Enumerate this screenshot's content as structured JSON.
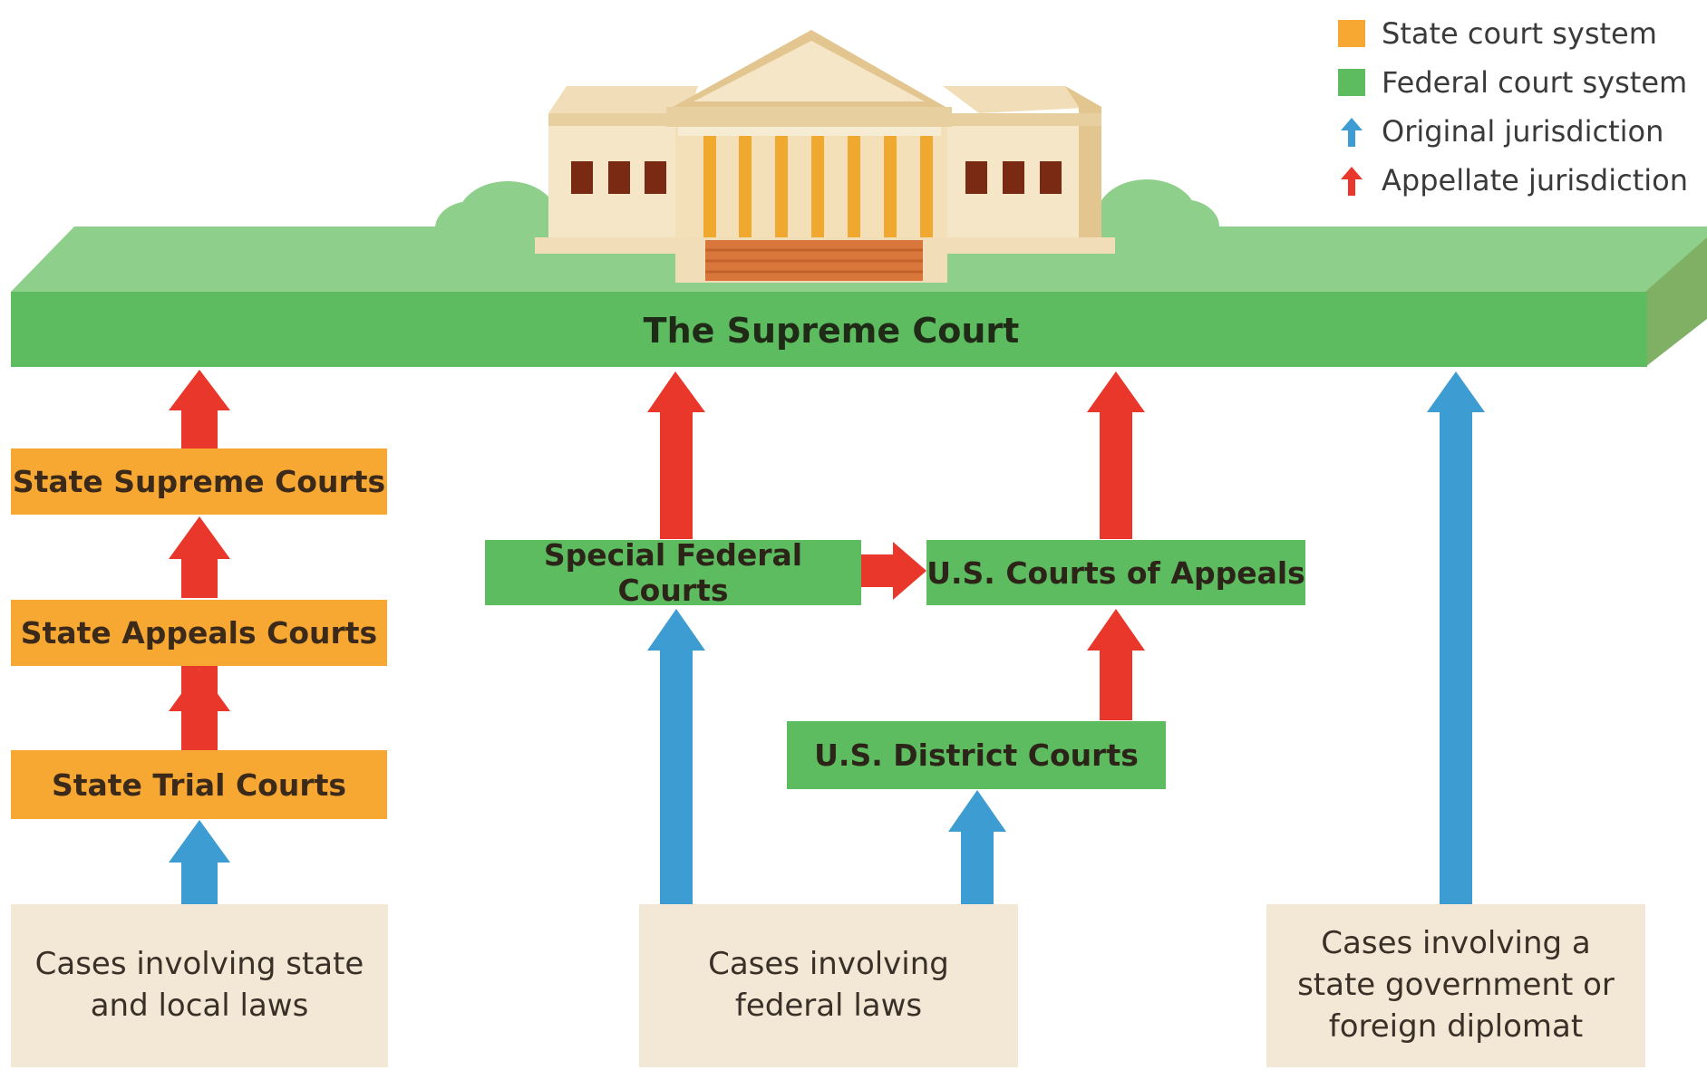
{
  "legend": {
    "state": {
      "label": "State court system",
      "color": "#f7a833"
    },
    "federal": {
      "label": "Federal court system",
      "color": "#5dbb60"
    },
    "original": {
      "label": "Original jurisdiction",
      "color": "#3d9cd2",
      "icon": "blue-up-arrow-icon"
    },
    "appellate": {
      "label": "Appellate jurisdiction",
      "color": "#e9372b",
      "icon": "red-up-arrow-icon"
    }
  },
  "supreme_court": {
    "label": "The Supreme Court",
    "icon": "courthouse-building-icon"
  },
  "state_courts": {
    "supreme": "State Supreme Courts",
    "appeals": "State Appeals Courts",
    "trial": "State Trial Courts"
  },
  "federal_courts": {
    "special": "Special Federal Courts",
    "appeals": "U.S. Courts of Appeals",
    "district": "U.S. District Courts"
  },
  "cases": {
    "state_local": [
      "Cases involving state",
      "and local laws"
    ],
    "federal_laws": [
      "Cases involving",
      "federal laws"
    ],
    "state_gov": [
      "Cases involving a",
      "state government or",
      "foreign diplomat"
    ]
  }
}
